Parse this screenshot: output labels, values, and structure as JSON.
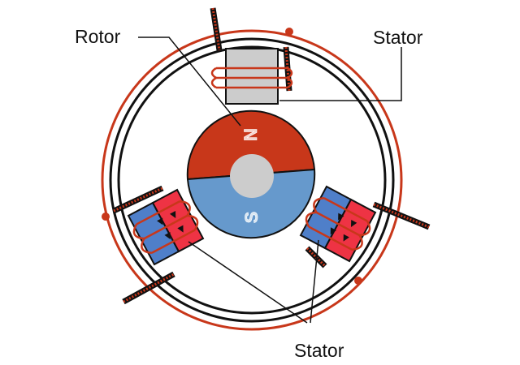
{
  "labels": {
    "rotor": "Rotor",
    "stator_top": "Stator",
    "stator_bottom": "Stator"
  },
  "rotor": {
    "north_letter": "N",
    "south_letter": "S"
  },
  "colors": {
    "wire": "#c8371a",
    "ring": "#111111",
    "rotor_north": "#c8371a",
    "rotor_south": "#6699cc",
    "shaft": "#cccccc",
    "stator_core": "#cccccc",
    "stator_red": "#ee3344",
    "stator_blue": "#4f7fc9",
    "leader": "#111111"
  }
}
